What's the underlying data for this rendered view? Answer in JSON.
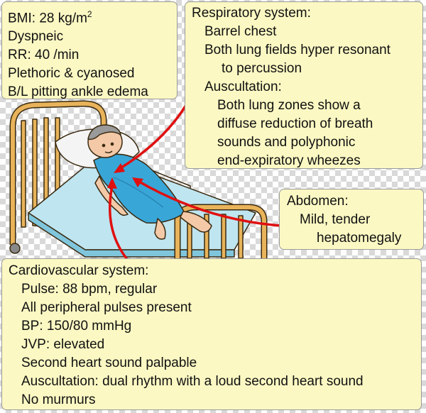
{
  "vitals_box": {
    "bmi_prefix": "BMI: 28 kg/m",
    "bmi_superscript": "2",
    "lines": [
      "Dyspneic",
      "RR: 40 /min",
      "Plethoric & cyanosed",
      "B/L pitting ankle edema"
    ]
  },
  "respiratory_box": {
    "title": "Respiratory system:",
    "lines": [
      "Barrel chest",
      "Both lung fields hyper resonant",
      "to percussion",
      "Auscultation:",
      "Both lung zones show a",
      "diffuse reduction of breath",
      "sounds and polyphonic",
      "end-expiratory wheezes"
    ]
  },
  "abdomen_box": {
    "title": "Abdomen:",
    "lines": [
      "Mild, tender",
      "hepatomegaly"
    ]
  },
  "cardiovascular_box": {
    "title": "Cardiovascular system:",
    "lines": [
      "Pulse: 88 bpm, regular",
      "All peripheral pulses present",
      "BP: 150/80 mmHg",
      "JVP: elevated",
      "Second heart sound palpable",
      "Auscultation: dual rhythm with a loud second heart sound",
      "No murmurs"
    ]
  },
  "colors": {
    "box_fill": "#fbf8c3",
    "arrow": "#e01010",
    "bed_frame": "#e8b35a",
    "mattress": "#bfe5f0",
    "gown": "#39a6d8",
    "skin": "#f3c9a8"
  }
}
